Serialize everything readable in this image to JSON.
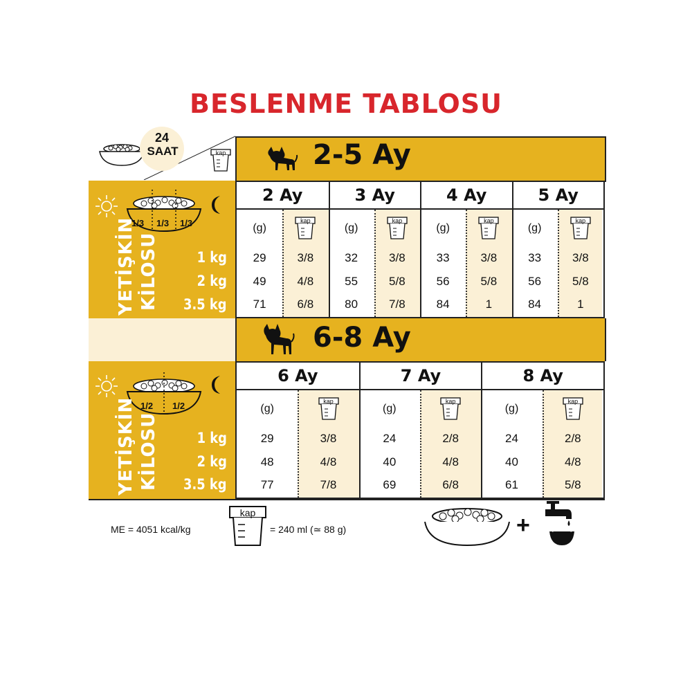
{
  "title": "BESLENME TABLOSU",
  "colors": {
    "gold": "#e6b21f",
    "cream": "#fbf0d6",
    "title_red": "#d8262c",
    "line": "#222222"
  },
  "header": {
    "hours_number": "24",
    "hours_label": "SAAT",
    "kap_label": "kap"
  },
  "section1": {
    "title": "2-5 Ay",
    "bowl_fractions": [
      "1/3",
      "1/3",
      "1/3"
    ],
    "weight_label_line1": "YETİŞKİN",
    "weight_label_line2": "KİLOSU",
    "weights": [
      "1 kg",
      "2 kg",
      "3.5 kg"
    ],
    "gram_label": "(g)",
    "cup_label": "kap",
    "ages": [
      {
        "label": "2 Ay",
        "grams": [
          "29",
          "49",
          "71"
        ],
        "cups": [
          "3/8",
          "4/8",
          "6/8"
        ]
      },
      {
        "label": "3 Ay",
        "grams": [
          "32",
          "55",
          "80"
        ],
        "cups": [
          "3/8",
          "5/8",
          "7/8"
        ]
      },
      {
        "label": "4 Ay",
        "grams": [
          "33",
          "56",
          "84"
        ],
        "cups": [
          "3/8",
          "5/8",
          "1"
        ]
      },
      {
        "label": "5 Ay",
        "grams": [
          "33",
          "56",
          "84"
        ],
        "cups": [
          "3/8",
          "5/8",
          "1"
        ]
      }
    ]
  },
  "section2": {
    "title": "6-8 Ay",
    "bowl_fractions": [
      "1/2",
      "1/2"
    ],
    "weight_label_line1": "YETİŞKİN",
    "weight_label_line2": "KİLOSU",
    "weights": [
      "1 kg",
      "2 kg",
      "3.5 kg"
    ],
    "gram_label": "(g)",
    "cup_label": "kap",
    "ages": [
      {
        "label": "6 Ay",
        "grams": [
          "29",
          "48",
          "77"
        ],
        "cups": [
          "3/8",
          "4/8",
          "7/8"
        ]
      },
      {
        "label": "7 Ay",
        "grams": [
          "24",
          "40",
          "69"
        ],
        "cups": [
          "2/8",
          "4/8",
          "6/8"
        ]
      },
      {
        "label": "8 Ay",
        "grams": [
          "24",
          "40",
          "61"
        ],
        "cups": [
          "2/8",
          "4/8",
          "5/8"
        ]
      }
    ]
  },
  "footer": {
    "energy": "ME = 4051 kcal/kg",
    "cup_label": "kap",
    "cup_equivalence": "= 240 ml (≃ 88 g)",
    "plus": "+"
  }
}
